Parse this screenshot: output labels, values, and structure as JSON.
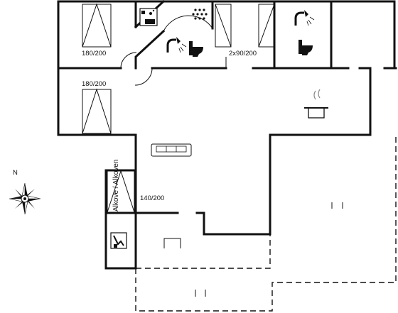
{
  "rooms": {
    "bed_top_left": "180/200",
    "bed_top_mid": "2x90/200",
    "bed_mid_left": "180/200",
    "bed_alcove": "140/200",
    "alcove_label": "Alkove / Alkoven"
  },
  "compass": {
    "north": "N"
  },
  "icons": [
    "washing-machine-icon",
    "whirlpool-icon",
    "shower-icon",
    "toilet-icon",
    "cooking-pot-icon",
    "sofa-icon",
    "wood-stove-icon",
    "compass-rose-icon",
    "table-icon",
    "door-icon"
  ]
}
